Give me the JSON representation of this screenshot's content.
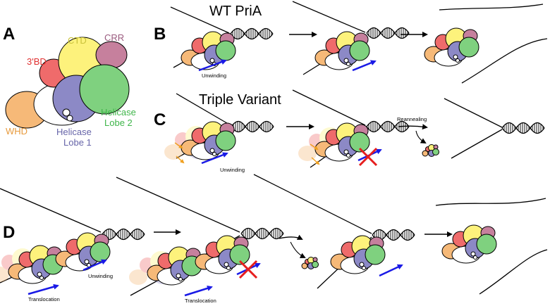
{
  "panels": {
    "a": {
      "letter": "A"
    },
    "b": {
      "letter": "B",
      "title": "WT PriA"
    },
    "c": {
      "letter": "C",
      "title": "Triple Variant",
      "reannealing": "Reannealing"
    },
    "d": {
      "letter": "D"
    }
  },
  "domains": {
    "ctd": "CTD",
    "crr": "CRR",
    "bd3": "3'BD",
    "whd": "WHD",
    "helicase1_line1": "Helicase",
    "helicase1_line2": "Lobe 1",
    "helicase2_line1": "Helicase",
    "helicase2_line2": "Lobe 2"
  },
  "labels": {
    "unwinding": "Unwinding",
    "translocation": "Translocation"
  },
  "colors": {
    "whd": "#f6b978",
    "bd3": "#ef6b6b",
    "ctd": "#fdf27c",
    "crr": "#c6809d",
    "helicase1": "#8c89c6",
    "helicase2": "#7fd17f",
    "label_ctd": "#c9c23a",
    "label_crr": "#9a5a7e",
    "label_bd3": "#e03030",
    "label_whd": "#e79a3c",
    "label_helicase1": "#6765a9",
    "label_helicase2": "#3fb54a",
    "arrow_blue": "#1a1ae6",
    "cross_red": "#e61e1e",
    "small_arrow_orange": "#f0a020"
  }
}
